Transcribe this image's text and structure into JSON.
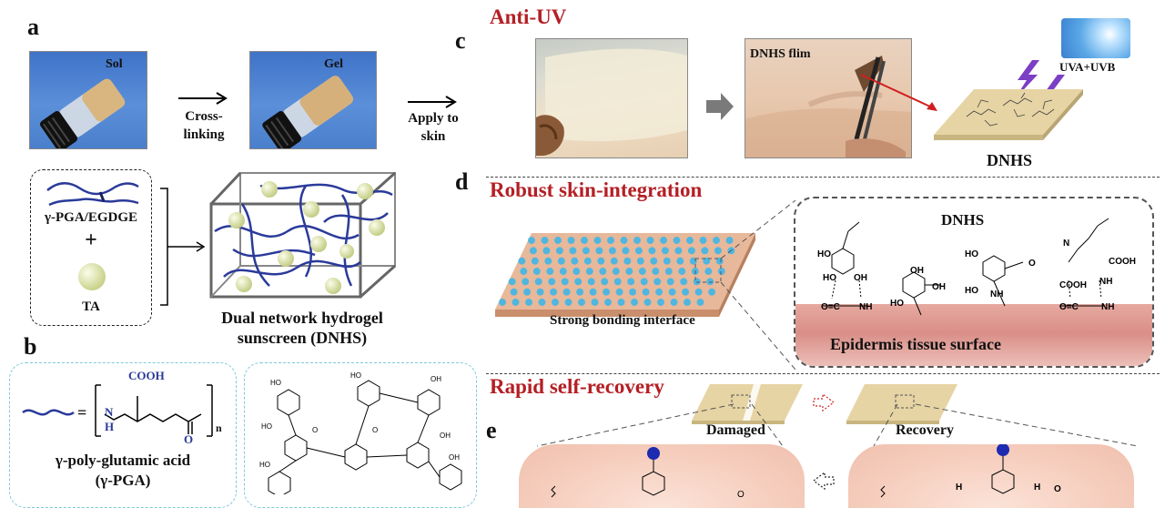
{
  "panels": {
    "a": {
      "letter": "a",
      "vial_sol_label": "Sol",
      "vial_gel_label": "Gel",
      "crosslink_line1": "Cross-",
      "crosslink_line2": "linking",
      "apply_line1": "Apply to",
      "apply_line2": "skin",
      "precursor_label": "γ-PGA/EGDGE",
      "plus_sign": "+",
      "ta_label": "TA",
      "network_line1": "Dual network hydrogel",
      "network_line2": "sunscreen (DNHS)"
    },
    "b": {
      "letter": "b",
      "cooh": "COOH",
      "n_sub": "n",
      "h_label": "H",
      "n_label": "N",
      "o_label": "O",
      "equals": "=",
      "pga_line1": "γ-poly-glutamic acid",
      "pga_line2": "(γ-PGA)"
    },
    "c": {
      "letter": "c",
      "title": "Anti-UV",
      "film_label": "DNHS flim",
      "uv_label": "UVA+UVB",
      "dnhs_label": "DNHS"
    },
    "d": {
      "letter": "d",
      "title": "Robust skin-integration",
      "interface_label": "Strong bonding interface",
      "dnhs_label": "DNHS",
      "epidermis_label": "Epidermis tissue surface"
    },
    "e": {
      "letter": "e",
      "title": "Rapid self-recovery",
      "damaged_label": "Damaged",
      "recovery_label": "Recovery"
    }
  },
  "colors": {
    "title_red": "#b41f24",
    "network_blue": "#2a3a9a",
    "ta_sphere": "#e9efb8",
    "film_beige": "#e3d3a6",
    "node_cyan": "#4fb6e0",
    "skin_pink": "#e8b5a8"
  }
}
